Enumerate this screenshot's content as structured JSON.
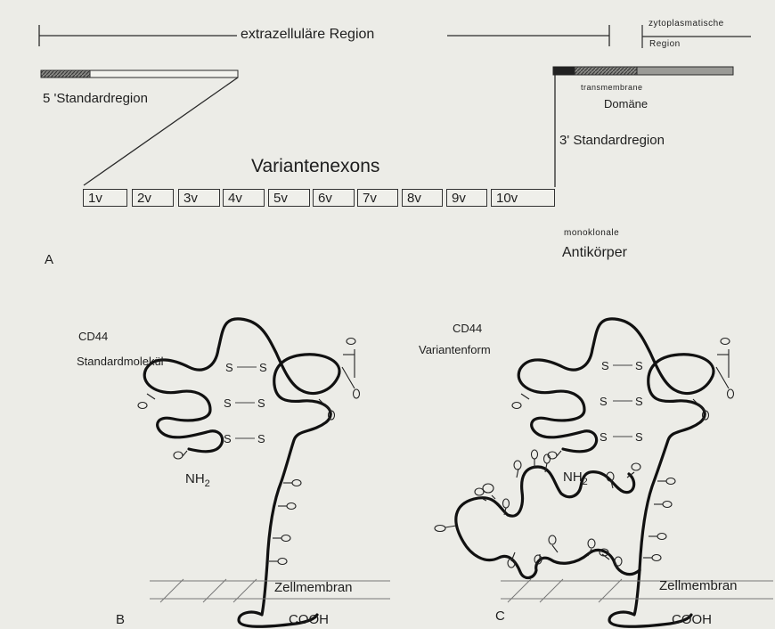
{
  "top": {
    "extracellular_region": "extrazelluläre Region",
    "cytoplasmic_region_line1": "zytoplasmatische",
    "cytoplasmic_region_line2": "Region",
    "standard_5": "5 'Standardregion",
    "transmembrane_line1": "transmembrane",
    "transmembrane_line2": "Domäne",
    "standard_3": "3' Standardregion",
    "variant_exons_title": "Variantenexons",
    "exons": [
      "1v",
      "2v",
      "3v",
      "4v",
      "5v",
      "6v",
      "7v",
      "8v",
      "9v",
      "10v"
    ],
    "panel_a": "A",
    "antibodies_line1": "monoklonale",
    "antibodies_line2": "Antikörper"
  },
  "panel_b": {
    "title_line1": "CD44",
    "title_line2": "Standardmolekül",
    "s": "S",
    "nh2": "NH",
    "nh2_sub": "2",
    "membrane": "Zellmembran",
    "cooh": "COOH",
    "label": "B"
  },
  "panel_c": {
    "title_line1": "CD44",
    "title_line2": "Variantenform",
    "s": "S",
    "nh2": "NH",
    "nh2_sub": "2",
    "membrane": "Zellmembran",
    "cooh": "COOH",
    "label": "C"
  }
}
